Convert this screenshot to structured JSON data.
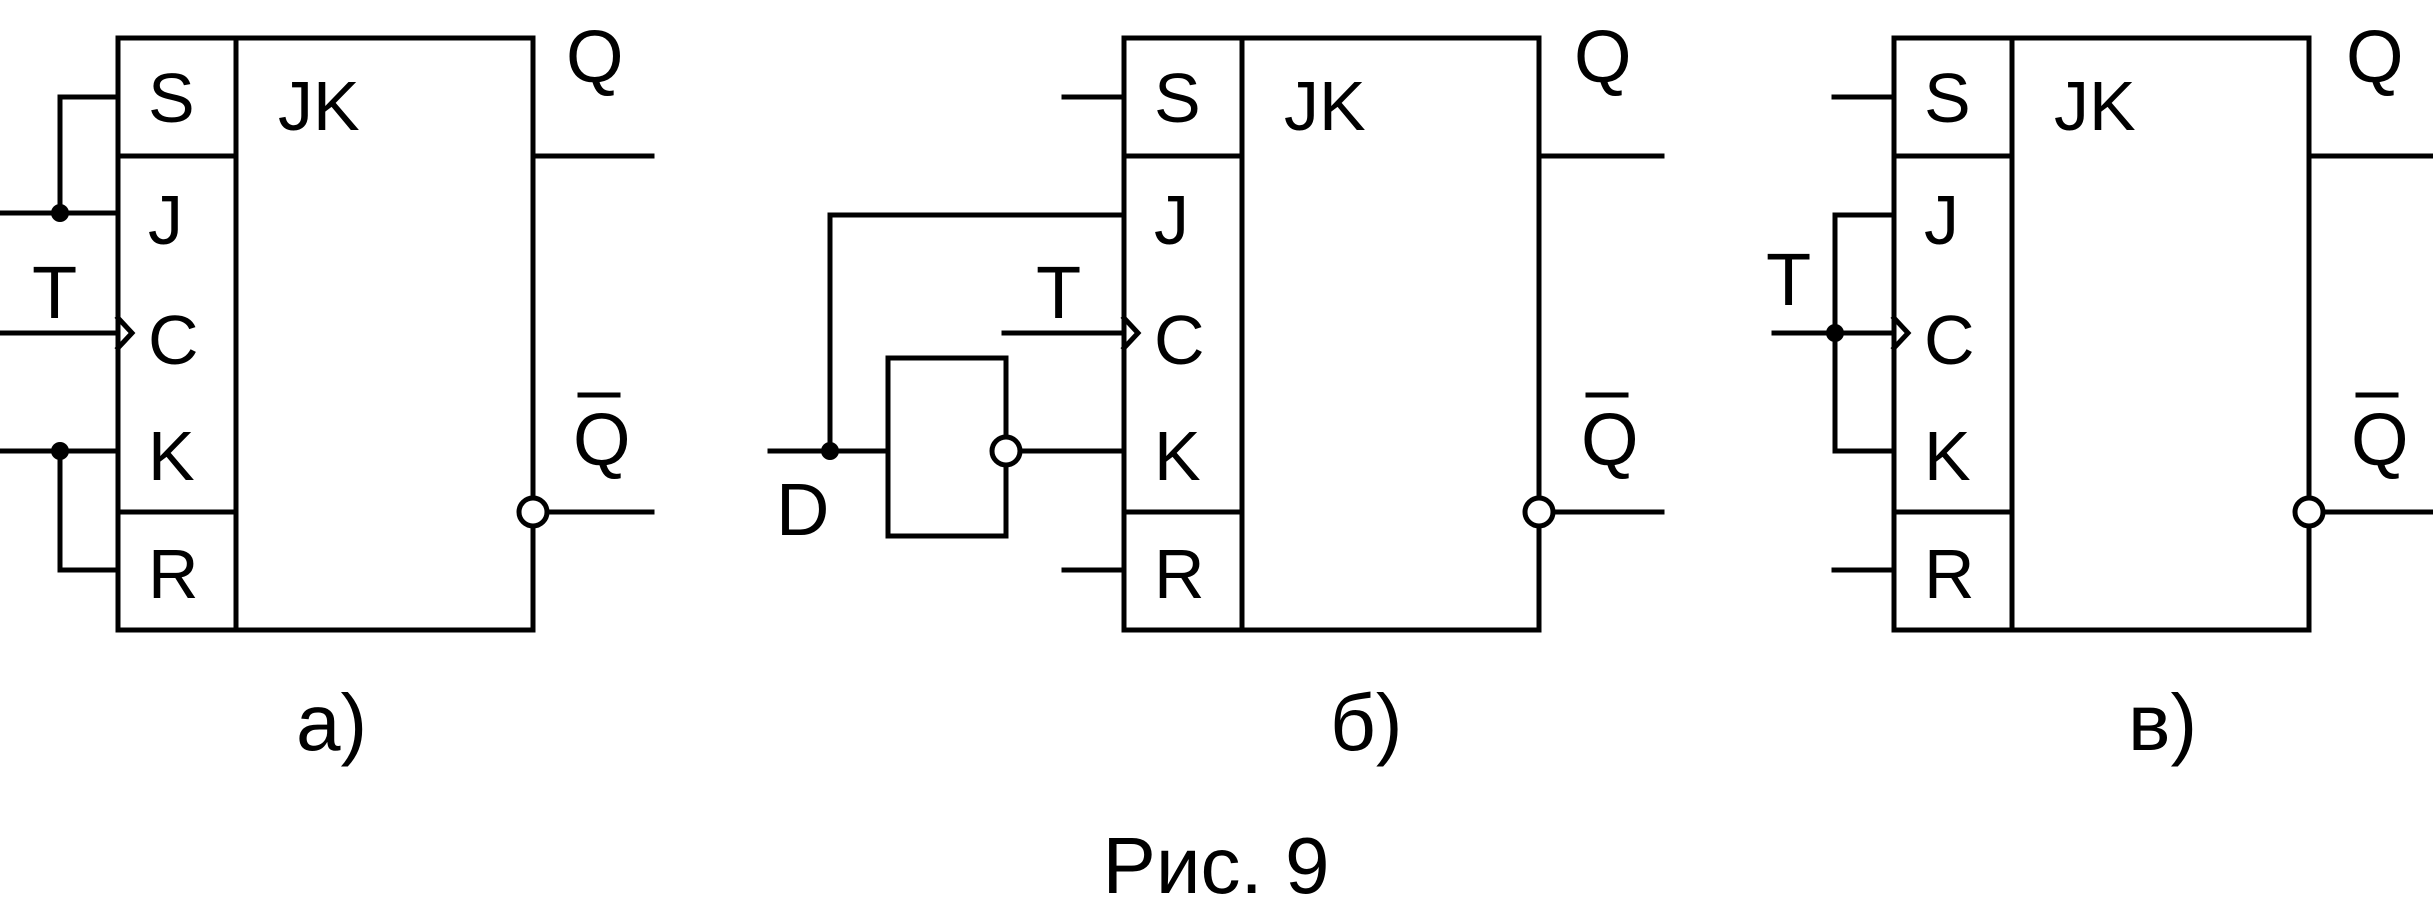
{
  "colors": {
    "line": "#000000",
    "background": "#ffffff"
  },
  "figure_caption": "Рис. 9",
  "flipflops": [
    {
      "id": "a",
      "type_label": "JK",
      "pins": {
        "s": "S",
        "j": "J",
        "c": "C",
        "k": "K",
        "r": "R"
      },
      "outputs": {
        "q": "Q",
        "q_bar": "Q"
      },
      "input_labels": {
        "t": "T"
      },
      "caption": "а)"
    },
    {
      "id": "b",
      "type_label": "JK",
      "pins": {
        "s": "S",
        "j": "J",
        "c": "C",
        "k": "K",
        "r": "R"
      },
      "outputs": {
        "q": "Q",
        "q_bar": "Q"
      },
      "input_labels": {
        "t": "T",
        "d": "D"
      },
      "caption": "б)"
    },
    {
      "id": "c",
      "type_label": "JK",
      "pins": {
        "s": "S",
        "j": "J",
        "c": "C",
        "k": "K",
        "r": "R"
      },
      "outputs": {
        "q": "Q",
        "q_bar": "Q"
      },
      "input_labels": {
        "t": "T"
      },
      "caption": "в)"
    }
  ]
}
